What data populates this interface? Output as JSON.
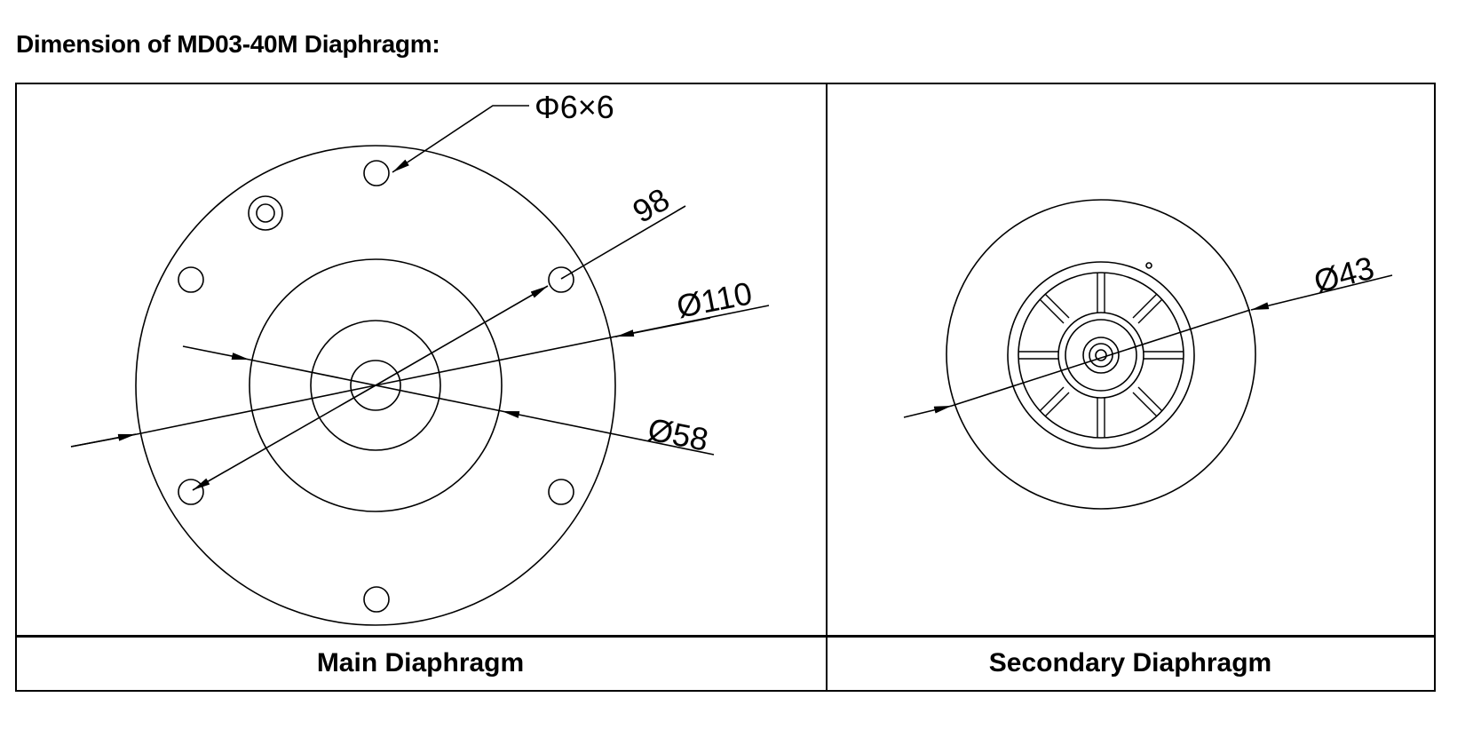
{
  "page": {
    "title": "Dimension of MD03-40M Diaphragm:"
  },
  "panels": [
    {
      "caption": "Main Diaphragm",
      "dimensions": {
        "hole_callout": "Φ6×6",
        "bolt_circle": "98",
        "outer_diameter": "Ø110",
        "inner_diameter": "Ø58"
      }
    },
    {
      "caption": "Secondary Diaphragm",
      "dimensions": {
        "outer_diameter": "Ø43"
      }
    }
  ],
  "colors": {
    "line": "#000000",
    "background": "#ffffff"
  }
}
